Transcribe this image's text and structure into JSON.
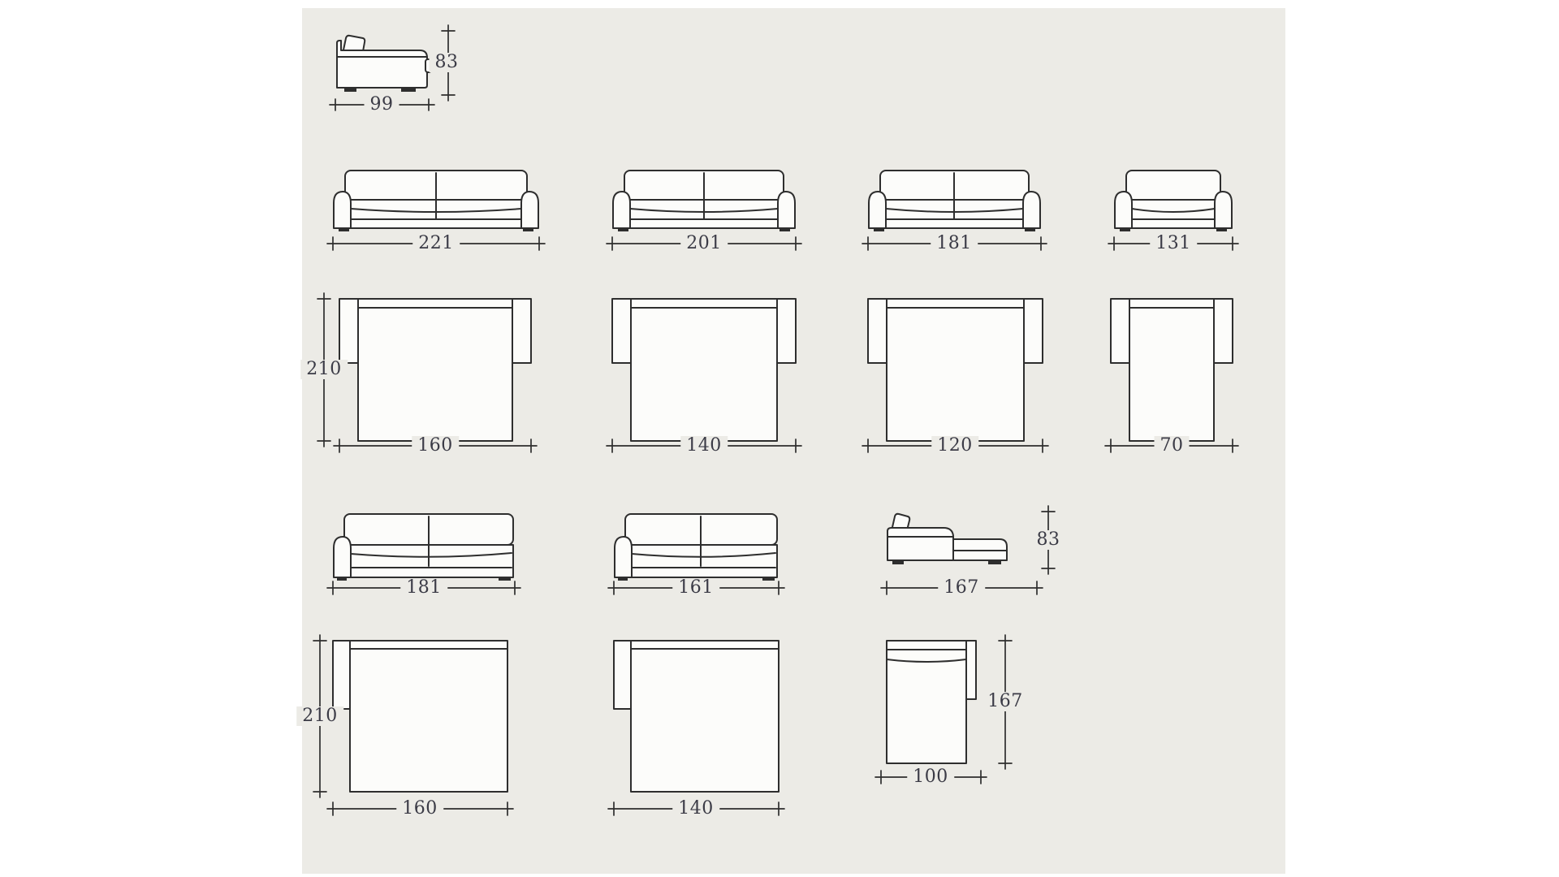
{
  "page": {
    "background_color": "#ffffff",
    "panel_color": "#ECEBE6",
    "line_color": "#2e2e2e",
    "label_color": "#3b3b46"
  },
  "diagram": {
    "side_view_sofa": {
      "height": "83",
      "depth": "99"
    },
    "sofas_front": {
      "widths": [
        "221",
        "201",
        "181",
        "131"
      ]
    },
    "sofa_beds_open": {
      "depth": "210",
      "widths": [
        "160",
        "140",
        "120",
        "70"
      ]
    },
    "one_arm_sofas": {
      "widths": [
        "181",
        "161"
      ]
    },
    "chaise_side": {
      "length": "167",
      "height": "83"
    },
    "one_arm_beds_open": {
      "depth": "210",
      "widths": [
        "160",
        "140"
      ]
    },
    "chaise_top": {
      "width": "100",
      "length": "167"
    }
  }
}
